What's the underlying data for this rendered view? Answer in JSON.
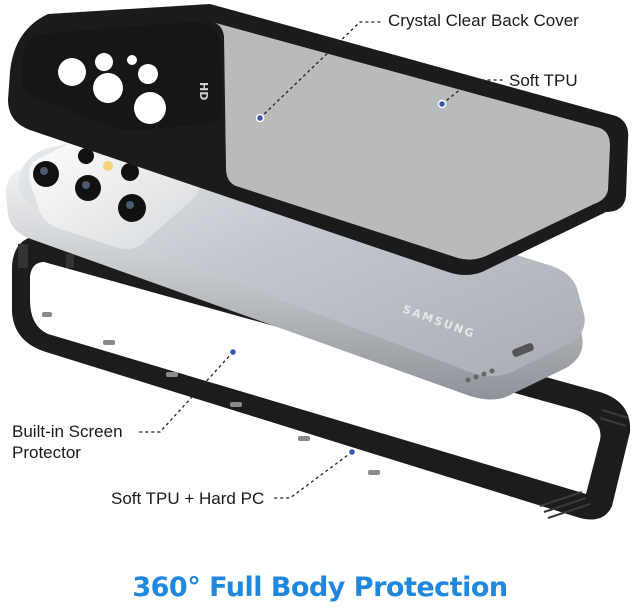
{
  "labels": {
    "back_cover": "Crystal Clear Back Cover",
    "soft_tpu": "Soft TPU",
    "screen_protector_line1": "Built-in Screen",
    "screen_protector_line2": "Protector",
    "soft_tpu_hard_pc": "Soft TPU + Hard PC"
  },
  "banner": "360° Full Body Protection",
  "engraving": {
    "phone_brand": "SAMSUNG",
    "lens_mark": "HD"
  },
  "colors": {
    "banner": "#1f87de",
    "frame": "#1b1b1b",
    "phone_body": "#c9ced3",
    "leader_dot": "#3a56a6"
  }
}
